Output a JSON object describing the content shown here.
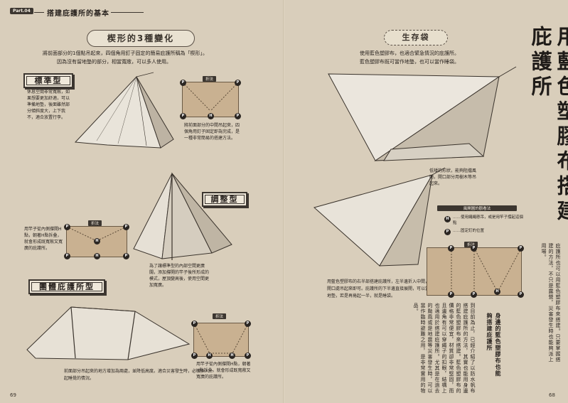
{
  "header": {
    "part_tag": "Part.04",
    "title": "搭建庇護所的基本"
  },
  "left": {
    "section_title": "楔形的3種變化",
    "intro_line1": "將前面部分的1個點吊起來，四個角用釘子固定的簡易庇護所稱為「楔形」。",
    "intro_line2": "因為沒有留地墊的部分，相當寬敞，可以多人使用。",
    "standard": {
      "label": "標準型",
      "desc": "休息空間非常寬敞，如果想要更加舒適，可以準備地墊，後面雖然部分傾斜度大，上下我不，適合放置行李。",
      "diagram_label": "折法",
      "diagram_desc": "將前面部分的中間吊起來，四個角用釘子固定即為完成，是一種非常簡易的搭建方法。"
    },
    "adjusted": {
      "label": "調整型",
      "diagram_label": "折法",
      "left_desc": "用竿子從內側撐開H點，朝著H點拆叠，就會形成既寬敞又寬廣的庇護所。",
      "bottom_desc": "為了讓標準型的內部空間更廣闊，添加撐開的竿子後所形成的模式，屋頂變高後，使用空間更加寬廣。"
    },
    "group": {
      "label": "團體庇護所型",
      "diagram_label": "折法",
      "bottom_desc": "前面部分吊起來的地方增加為兩處，並降低高度。適合災害發生時，必須多人一起睡覺的情況。",
      "right_desc": "用竿子從內側撐開H點，朝著H點拆叠，就會形成既寬敞又寬廣的庇護所。"
    },
    "page_number": "69"
  },
  "right": {
    "section_title": "生存袋",
    "intro_line1": "使用藍色塑膠布，也適合緊急情況的庇護所。",
    "intro_line2": "藍色塑膠布既可當作地墊，也可以當作睡袋。",
    "side_note": "低矮的形狀，能夠阻擋風雨，開口部分用樹木等吊起來。",
    "caption": "用藍色塑膠布的右半部搭建庇護所，左半邊折入中間，將開口處吊起來即可。庇護所的下半邊直接展開，可以當作地墊，若是再捲起一半，就是睡袋。",
    "legend": {
      "title": "風開圖的觀看法",
      "h_desc": "……使用繩繩懸吊，或是用竿子撐起這個點",
      "p_desc": "……固定釘的位置",
      "h_symbol": "H",
      "p_symbol": "P"
    },
    "diagram_label": "折法",
    "big_title": "用藍色塑膠布搭建庇護所",
    "lead": "庇護所也可以用藍色塑膠布來搭建。只要掌握搭建的方法，不只是露營，災害發生時也能夠派上用場。",
    "sub_title": "身邊的藍色塑膠布也能夠搭建庇護所",
    "body": "到目前為止，已經介紹了以防水帆布搭建庇護所的方法，其實也能用身邊的藍色塑膠布來搭建。藍色塑膠布的價格非常便宜，材質卻非常堅固，而且邊角有可以穿繩子的扣眼，結構上也適用於搭建庇護所。尤其是在過去的颱風或是地震等災害發生時，可以當作臨時避難之用，是非常實用的物品。",
    "page_number": "68"
  }
}
